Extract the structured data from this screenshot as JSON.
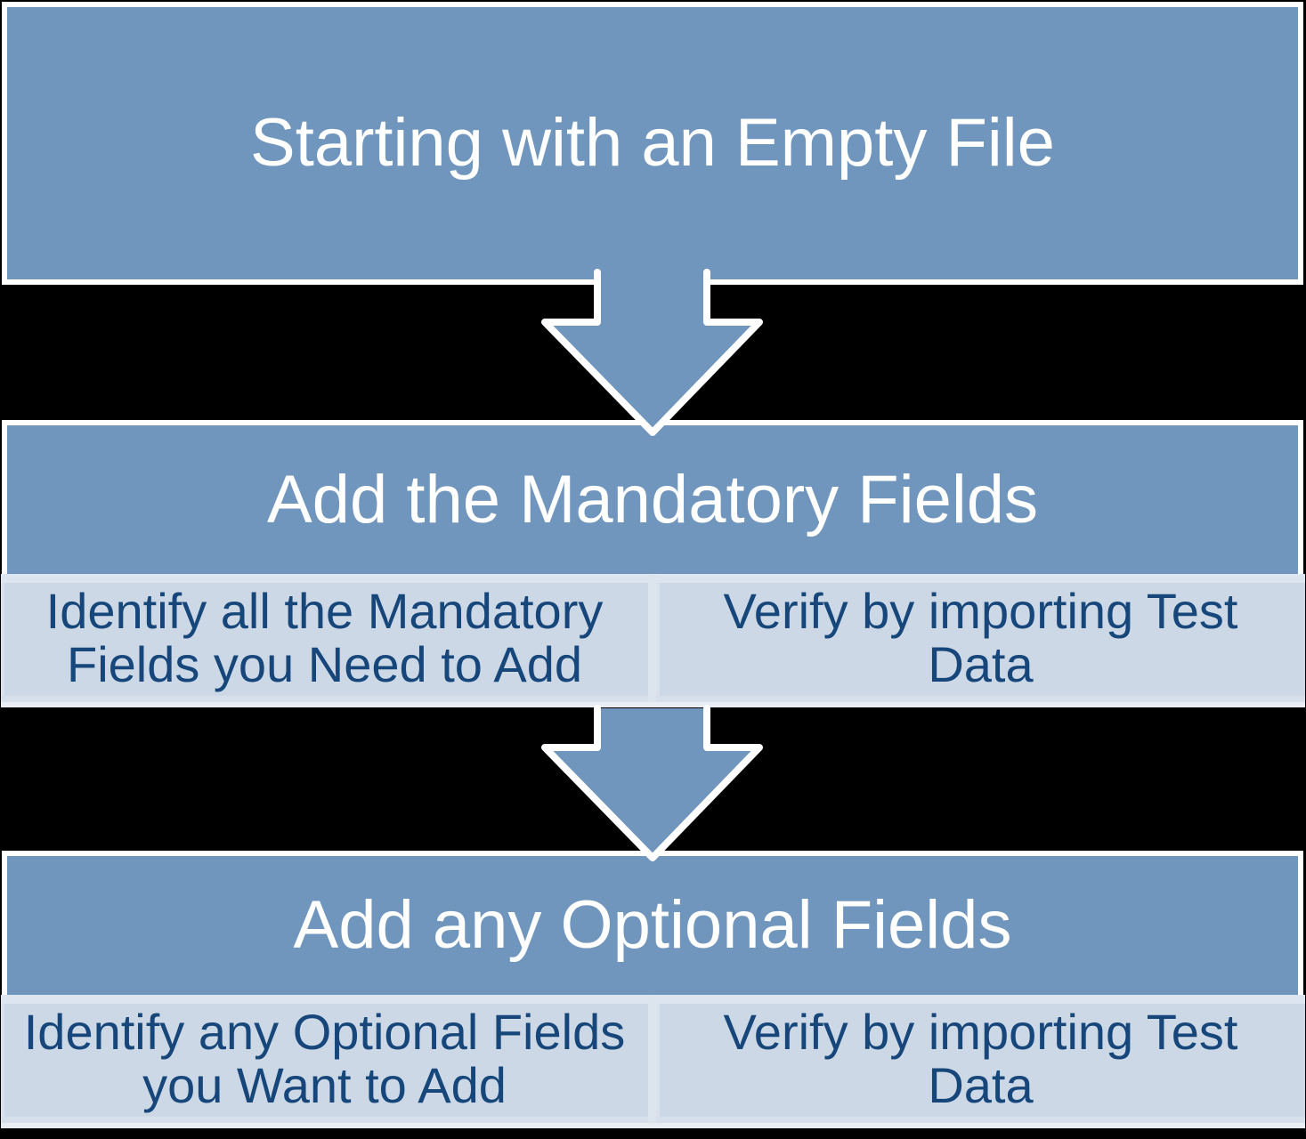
{
  "steps": [
    {
      "title": "Starting with an Empty File",
      "substeps": []
    },
    {
      "title": "Add the Mandatory Fields",
      "substeps": [
        "Identify all the Mandatory Fields you Need to Add",
        "Verify by importing Test Data"
      ]
    },
    {
      "title": "Add any Optional Fields",
      "substeps": [
        "Identify any Optional Fields you Want to Add",
        "Verify by importing Test Data"
      ]
    }
  ],
  "connectors": [
    "arrow-down",
    "arrow-down"
  ],
  "colors": {
    "background": "#000000",
    "header_fill": "#7196BD",
    "outline": "#FFFFFF",
    "substep_fill": "#CCD8E6",
    "substep_bevel": "#DDE5F0",
    "substep_divider": "#DCE4EE",
    "header_text": "#FFFFFF",
    "substep_text": "#17477A"
  }
}
